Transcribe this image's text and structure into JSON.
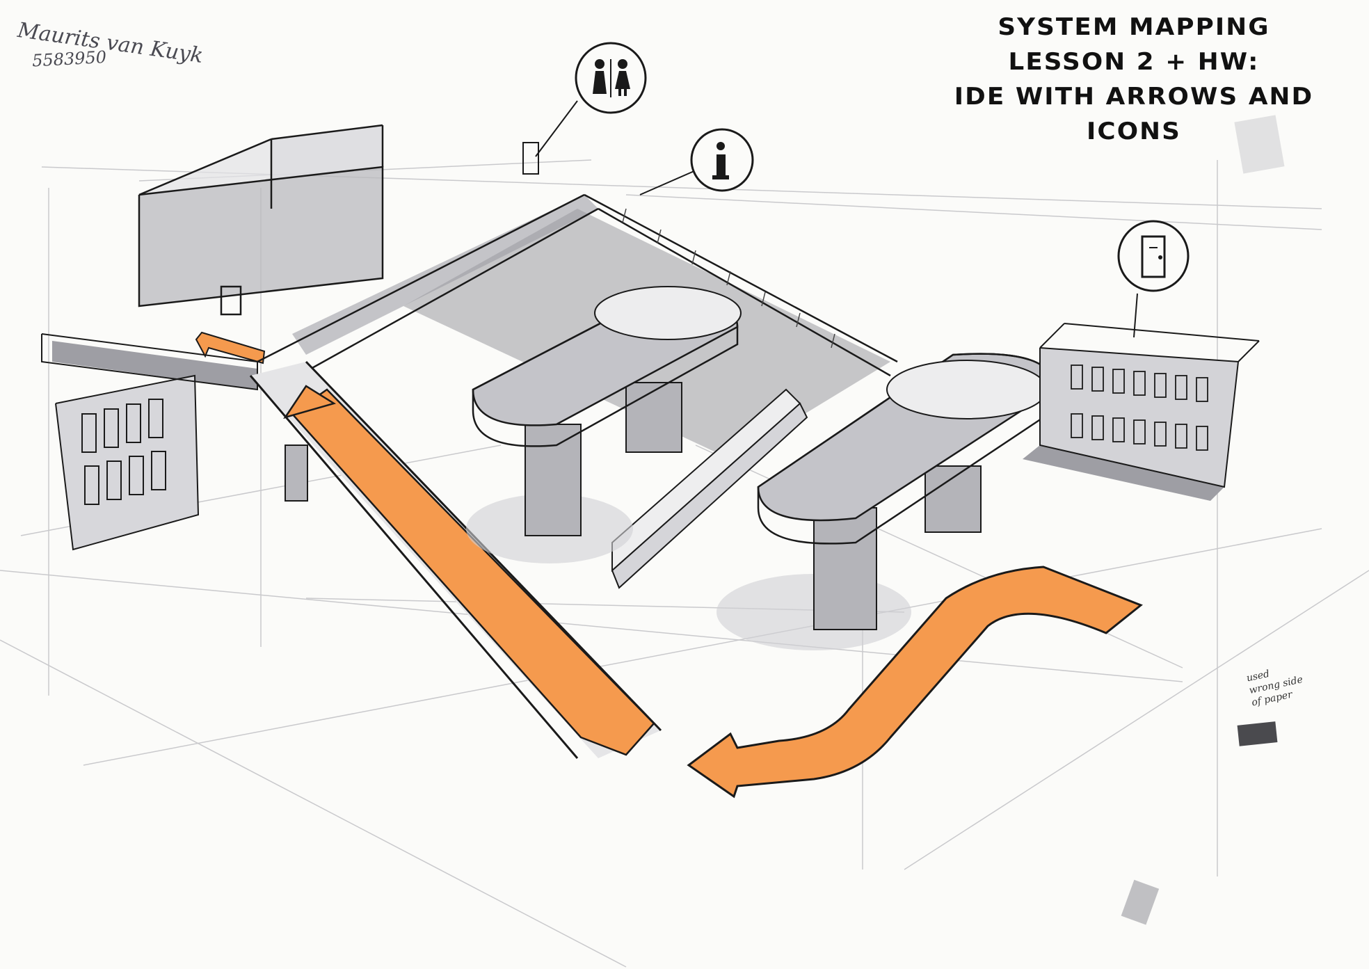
{
  "title": {
    "lines": [
      "SYSTEM MAPPING",
      "LESSON 2 + HW:",
      "IDE WITH ARROWS AND",
      "ICONS"
    ]
  },
  "author": {
    "name": "Maurits van Kuyk",
    "student_id": "5583950"
  },
  "margin_note": {
    "lines": [
      "used",
      "wrong side",
      "of paper"
    ]
  },
  "icons": {
    "toilet": "toilet-icon",
    "info": "info-icon",
    "door": "door-icon"
  },
  "colors": {
    "arrow_orange": "#f59a4e",
    "marker_gray": "#c4c4c8",
    "ink": "#1a1a1a"
  }
}
